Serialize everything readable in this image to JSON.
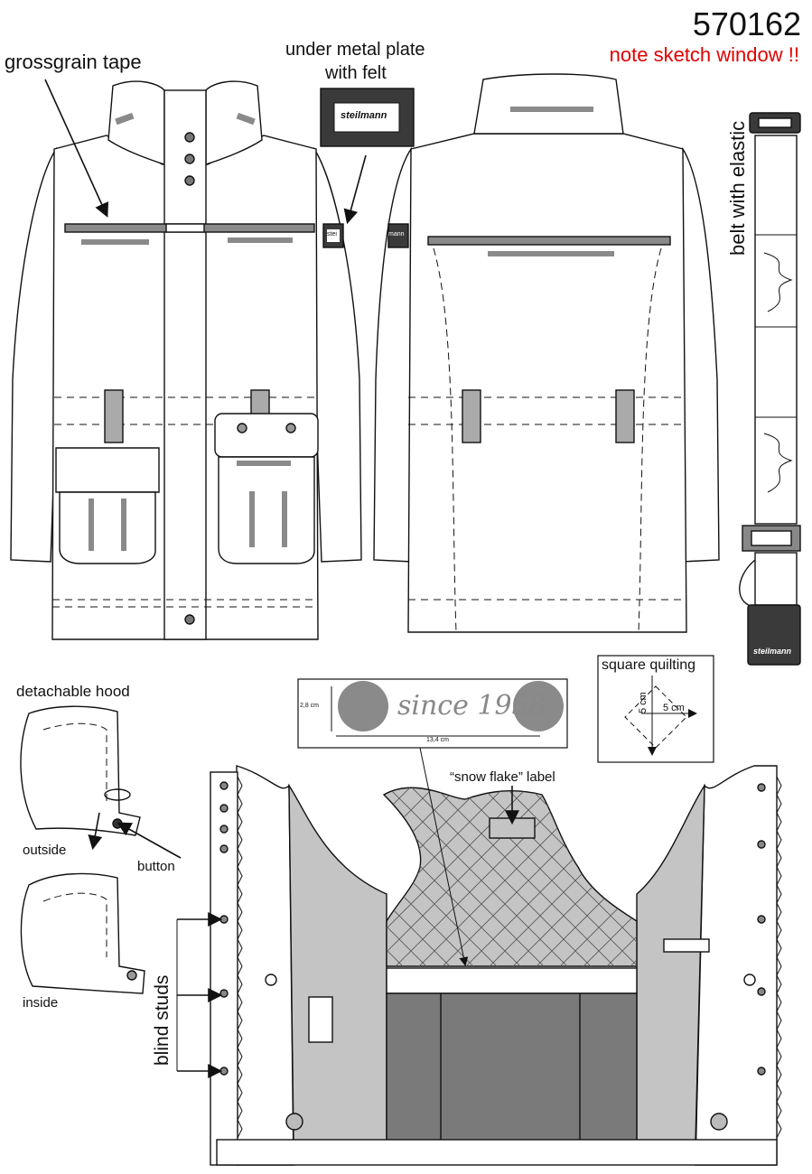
{
  "header": {
    "article_number": "570162",
    "note": "note sketch window !!",
    "note_color": "#e00000"
  },
  "labels": {
    "grossgrain": "grossgrain tape",
    "metal_plate_line1": "under metal plate",
    "metal_plate_line2": "with  felt",
    "belt": "belt with elastic",
    "hood": "detachable hood",
    "outside": "outside",
    "inside": "inside",
    "button": "button",
    "blind_studs": "blind studs",
    "square_quilting": "square quilting",
    "snow_flake": "“snow flake” label",
    "brand": "steilmann",
    "since": "since 1958",
    "tape_height": "2,8 cm",
    "tape_width": "13,4 cm",
    "quilt_v": "5 cm",
    "quilt_h": "5 cm",
    "plate_short": "stei",
    "plate_short2": "mann"
  },
  "colors": {
    "outline": "#111111",
    "tape_gray": "#8a8a8a",
    "lining_gray": "#c4c4c4",
    "dark_gray": "#7a7a7a",
    "plate_dark": "#3a3a3a"
  }
}
